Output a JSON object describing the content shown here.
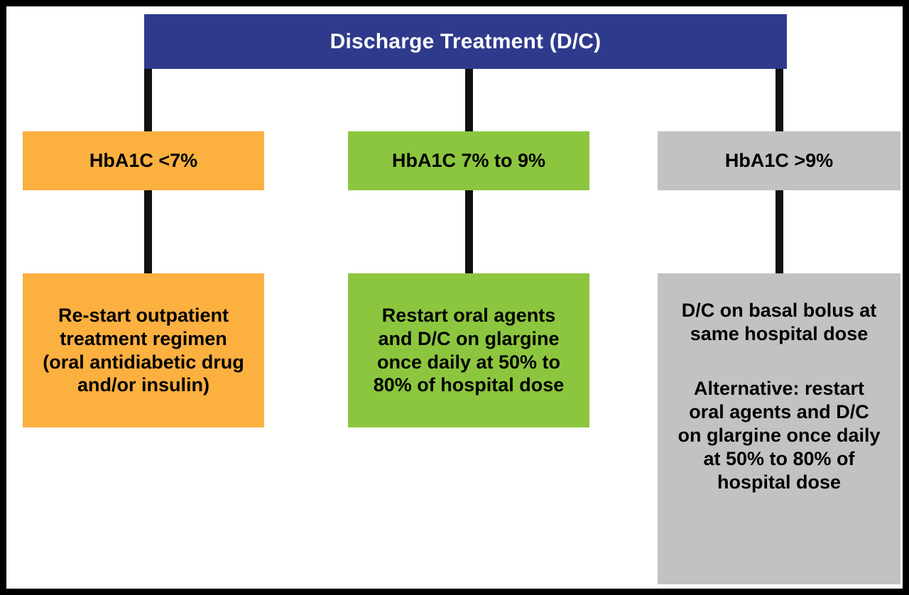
{
  "figure": {
    "kind": "flowchart",
    "title": "Discharge Treatment (D/C)",
    "frame_color": "#000000",
    "background": "#ffffff"
  },
  "header": {
    "label": "Discharge Treatment (D/C)",
    "color": "#2e3a8c",
    "text_color": "#ffffff"
  },
  "branches": [
    {
      "id": "low",
      "color": "#fbb040",
      "criterion": "HbA1C <7%",
      "recommendation_lines": [
        "Re-start outpatient",
        "treatment regimen",
        "(oral antidiabetic drug",
        "and/or insulin)"
      ],
      "recommendation": "Re-start outpatient treatment regimen (oral antidiabetic drug and/or insulin)"
    },
    {
      "id": "mid",
      "color": "#8cc63e",
      "criterion": "HbA1C 7% to 9%",
      "recommendation_lines": [
        "Restart oral agents",
        "and D/C on glargine",
        "once daily at 50% to",
        "80% of hospital dose"
      ],
      "recommendation": "Restart oral agents and D/C on glargine once daily at 50% to 80% of hospital dose"
    },
    {
      "id": "high",
      "color": "#c0c2c4",
      "criterion": "HbA1C >9%",
      "recommendation_primary_lines": [
        "D/C on basal bolus at",
        "same hospital dose"
      ],
      "recommendation_primary": "D/C on basal bolus at same hospital dose",
      "recommendation_alternative_lines": [
        "Alternative: restart",
        "oral agents and D/C",
        "on glargine once daily",
        "at 50% to 80% of",
        "hospital dose"
      ],
      "recommendation_alternative": "Alternative: restart oral agents and D/C on glargine once daily at 50% to 80% of hospital dose"
    }
  ],
  "connectors": {
    "color": "#111111",
    "count": 6
  }
}
